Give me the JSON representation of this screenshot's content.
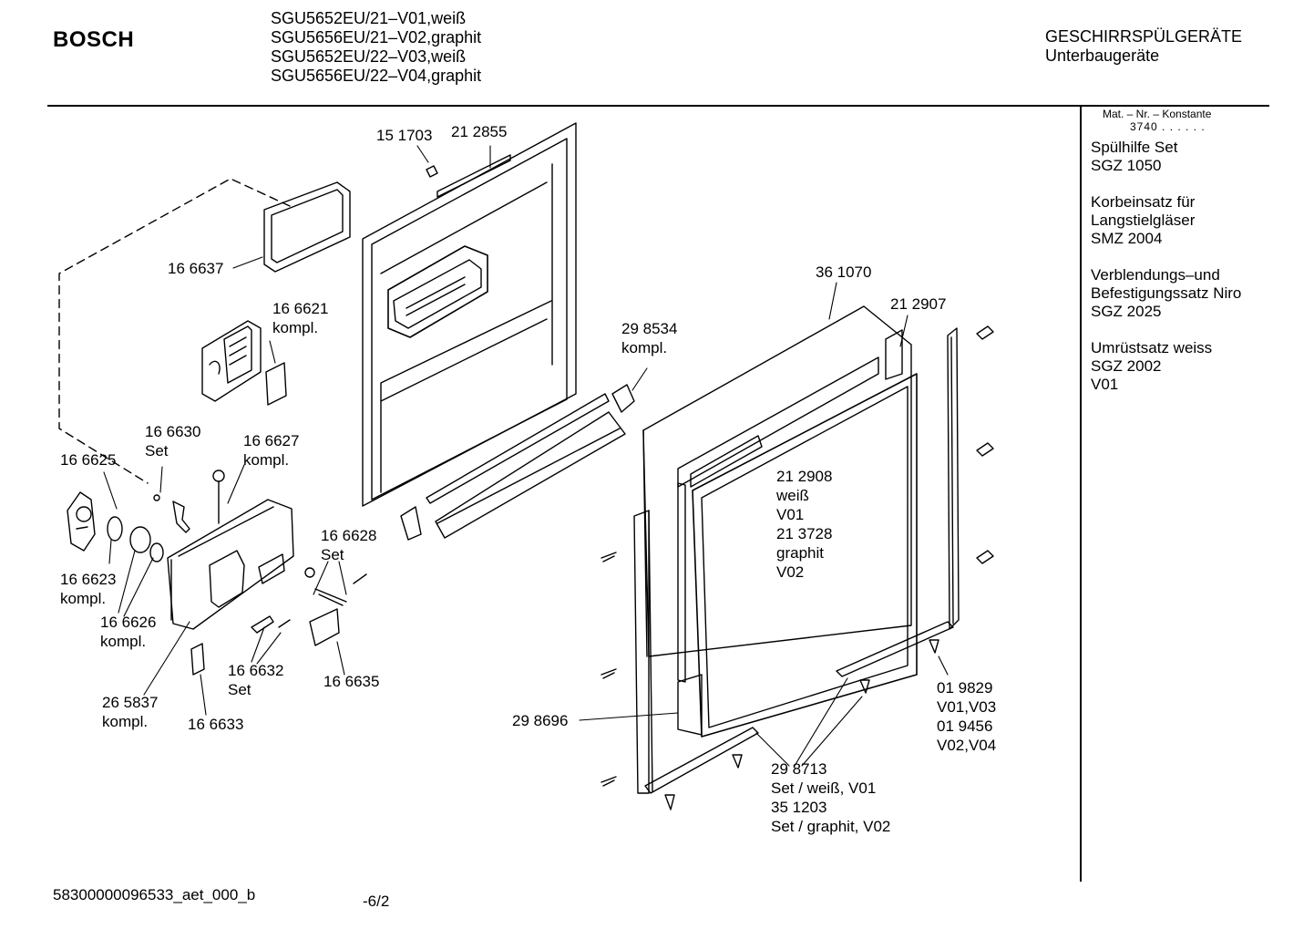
{
  "header": {
    "brand": "BOSCH",
    "models": [
      "SGU5652EU/21–V01,weiß",
      "SGU5656EU/21–V02,graphit",
      "SGU5652EU/22–V03,weiß",
      "SGU5656EU/22–V04,graphit"
    ],
    "category_line1": "GESCHIRRSPÜLGERÄTE",
    "category_line2": "Unterbaugeräte"
  },
  "sidebar": {
    "const_header": "Mat. – Nr. – Konstante",
    "const_value": "3740 . . . . . .",
    "accessories": [
      [
        "Spülhilfe Set",
        "SGZ 1050"
      ],
      [
        "Korbeinsatz für",
        "Langstielgläser",
        "SMZ 2004"
      ],
      [
        "Verblendungs–und",
        "Befestigungssatz Niro",
        "SGZ 2025"
      ],
      [
        "Umrüstsatz weiss",
        "SGZ 2002",
        "V01"
      ]
    ]
  },
  "parts": {
    "p151703": "15 1703",
    "p212855": "21 2855",
    "p166637": "16 6637",
    "p166621": [
      "16 6621",
      "kompl."
    ],
    "p298534": [
      "29 8534",
      "kompl."
    ],
    "p361070": "36 1070",
    "p212907": "21 2907",
    "p166630": [
      "16 6630",
      "Set"
    ],
    "p166627": [
      "16 6627",
      "kompl."
    ],
    "p166625": "16 6625",
    "p212908": [
      "21 2908",
      "weiß",
      "V01",
      "21 3728",
      "graphit",
      "V02"
    ],
    "p166628": [
      "16 6628",
      "Set"
    ],
    "p166623": [
      "16 6623",
      "kompl."
    ],
    "p166626": [
      "16 6626",
      "kompl."
    ],
    "p166632": [
      "16 6632",
      "Set"
    ],
    "p166635": "16 6635",
    "p265837": [
      "26 5837",
      "kompl."
    ],
    "p166633": "16 6633",
    "p298696": "29 8696",
    "p019829": [
      "01 9829",
      "V01,V03",
      "01 9456",
      "V02,V04"
    ],
    "p298713": [
      "29 8713",
      "Set / weiß, V01",
      "35 1203",
      "Set / graphit, V02"
    ]
  },
  "footer": {
    "doc_id": "58300000096533_aet_000_b",
    "page": "-6/2"
  }
}
